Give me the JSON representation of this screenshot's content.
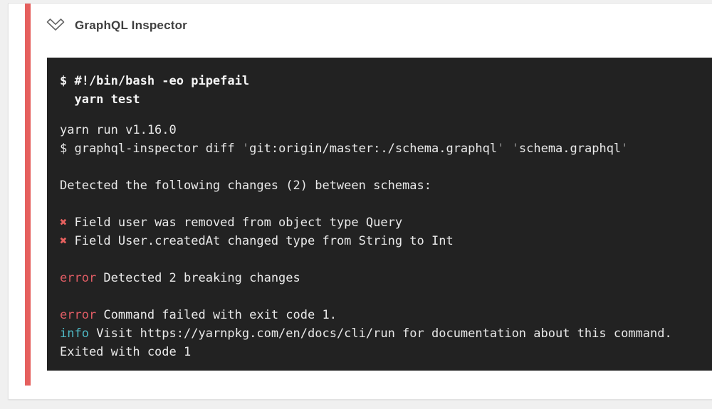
{
  "page": {
    "background": "#f0f0f0"
  },
  "card": {
    "background": "#ffffff",
    "border_color": "#e2e2e2"
  },
  "step": {
    "title": "GraphQL Inspector",
    "status": "failed",
    "accent_color": "#e5605e",
    "icon": "collapse-chevron-icon"
  },
  "terminal": {
    "background": "#222222",
    "colors": {
      "command": "#f5f5f5",
      "plain": "#e9e9e9",
      "dim": "#8f8f8f",
      "error": "#df5c64",
      "info": "#4fb9c5",
      "cross": "#e5605e"
    },
    "command_lines": [
      {
        "segments": [
          {
            "text": "$ #!/bin/bash -eo pipefail",
            "style": "command"
          }
        ]
      },
      {
        "segments": [
          {
            "text": "  yarn test",
            "style": "command"
          }
        ]
      }
    ],
    "output_lines": [
      {
        "segments": [
          {
            "text": "yarn run v1.16.0",
            "style": "plain"
          }
        ]
      },
      {
        "segments": [
          {
            "text": "$ graphql-inspector diff ",
            "style": "plain"
          },
          {
            "text": "'",
            "style": "dim"
          },
          {
            "text": "git:origin/master:./schema.graphql",
            "style": "plain"
          },
          {
            "text": "'",
            "style": "dim"
          },
          {
            "text": " ",
            "style": "plain"
          },
          {
            "text": "'",
            "style": "dim"
          },
          {
            "text": "schema.graphql",
            "style": "plain"
          },
          {
            "text": "'",
            "style": "dim"
          }
        ]
      },
      {
        "segments": []
      },
      {
        "segments": [
          {
            "text": "Detected the following changes (2) between schemas:",
            "style": "plain"
          }
        ]
      },
      {
        "segments": []
      },
      {
        "segments": [
          {
            "text": "✖",
            "style": "cross"
          },
          {
            "text": " Field user was removed from object type Query",
            "style": "plain"
          }
        ]
      },
      {
        "segments": [
          {
            "text": "✖",
            "style": "cross"
          },
          {
            "text": " Field User.createdAt changed type from String to Int",
            "style": "plain"
          }
        ]
      },
      {
        "segments": []
      },
      {
        "segments": [
          {
            "text": "error",
            "style": "error"
          },
          {
            "text": " Detected 2 breaking changes",
            "style": "plain"
          }
        ]
      },
      {
        "segments": []
      },
      {
        "segments": [
          {
            "text": "error",
            "style": "error"
          },
          {
            "text": " Command failed with exit code 1.",
            "style": "plain"
          }
        ]
      },
      {
        "segments": [
          {
            "text": "info",
            "style": "info"
          },
          {
            "text": " Visit https://yarnpkg.com/en/docs/cli/run for documentation about this command.",
            "style": "plain"
          }
        ]
      },
      {
        "segments": [
          {
            "text": "Exited with code 1",
            "style": "plain"
          }
        ]
      }
    ]
  }
}
